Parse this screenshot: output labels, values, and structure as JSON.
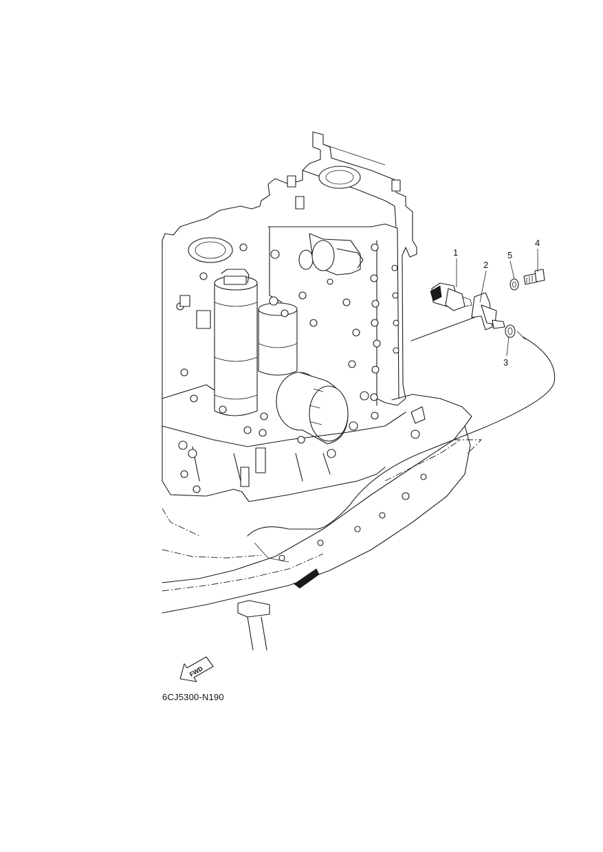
{
  "diagram": {
    "figure_id": "6CJ5300-N190",
    "direction_label": "FWD",
    "callouts": [
      "1",
      "2",
      "3",
      "4",
      "5"
    ]
  }
}
